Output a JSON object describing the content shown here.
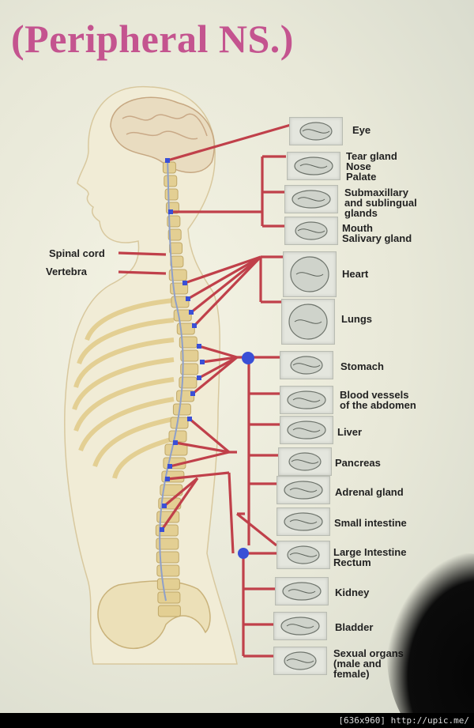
{
  "title": "(Peripheral NS.)",
  "side_labels": [
    "Spinal cord",
    "Vertebra"
  ],
  "organs": [
    {
      "label": "Eye",
      "icon": "eye-icon"
    },
    {
      "label": "Tear gland\nNose\nPalate",
      "icon": "tear-gland-icon"
    },
    {
      "label": "Submaxillary\nand sublingual\nglands",
      "icon": "salivary-glands-icon"
    },
    {
      "label": "Mouth\nSalivary gland",
      "icon": "mouth-icon"
    },
    {
      "label": "Heart",
      "icon": "heart-icon"
    },
    {
      "label": "Lungs",
      "icon": "lungs-icon"
    },
    {
      "label": "Stomach",
      "icon": "stomach-icon"
    },
    {
      "label": "Blood vessels\nof the abdomen",
      "icon": "blood-vessels-icon"
    },
    {
      "label": "Liver",
      "icon": "liver-icon"
    },
    {
      "label": "Pancreas",
      "icon": "pancreas-icon"
    },
    {
      "label": "Adrenal gland",
      "icon": "adrenal-gland-icon"
    },
    {
      "label": "Small intestine",
      "icon": "small-intestine-icon"
    },
    {
      "label": "Large Intestine\nRectum",
      "icon": "large-intestine-icon"
    },
    {
      "label": "Kidney",
      "icon": "kidney-icon"
    },
    {
      "label": "Bladder",
      "icon": "bladder-icon"
    },
    {
      "label": "Sexual organs\n(male and\nfemale)",
      "icon": "sexual-organs-icon"
    }
  ],
  "footer": "[636x960] http://upic.me/",
  "colors": {
    "title": "#c4548f",
    "nerve": "#c0404a",
    "ganglion": "#3a4fd6",
    "bone": "#e3cf93"
  }
}
